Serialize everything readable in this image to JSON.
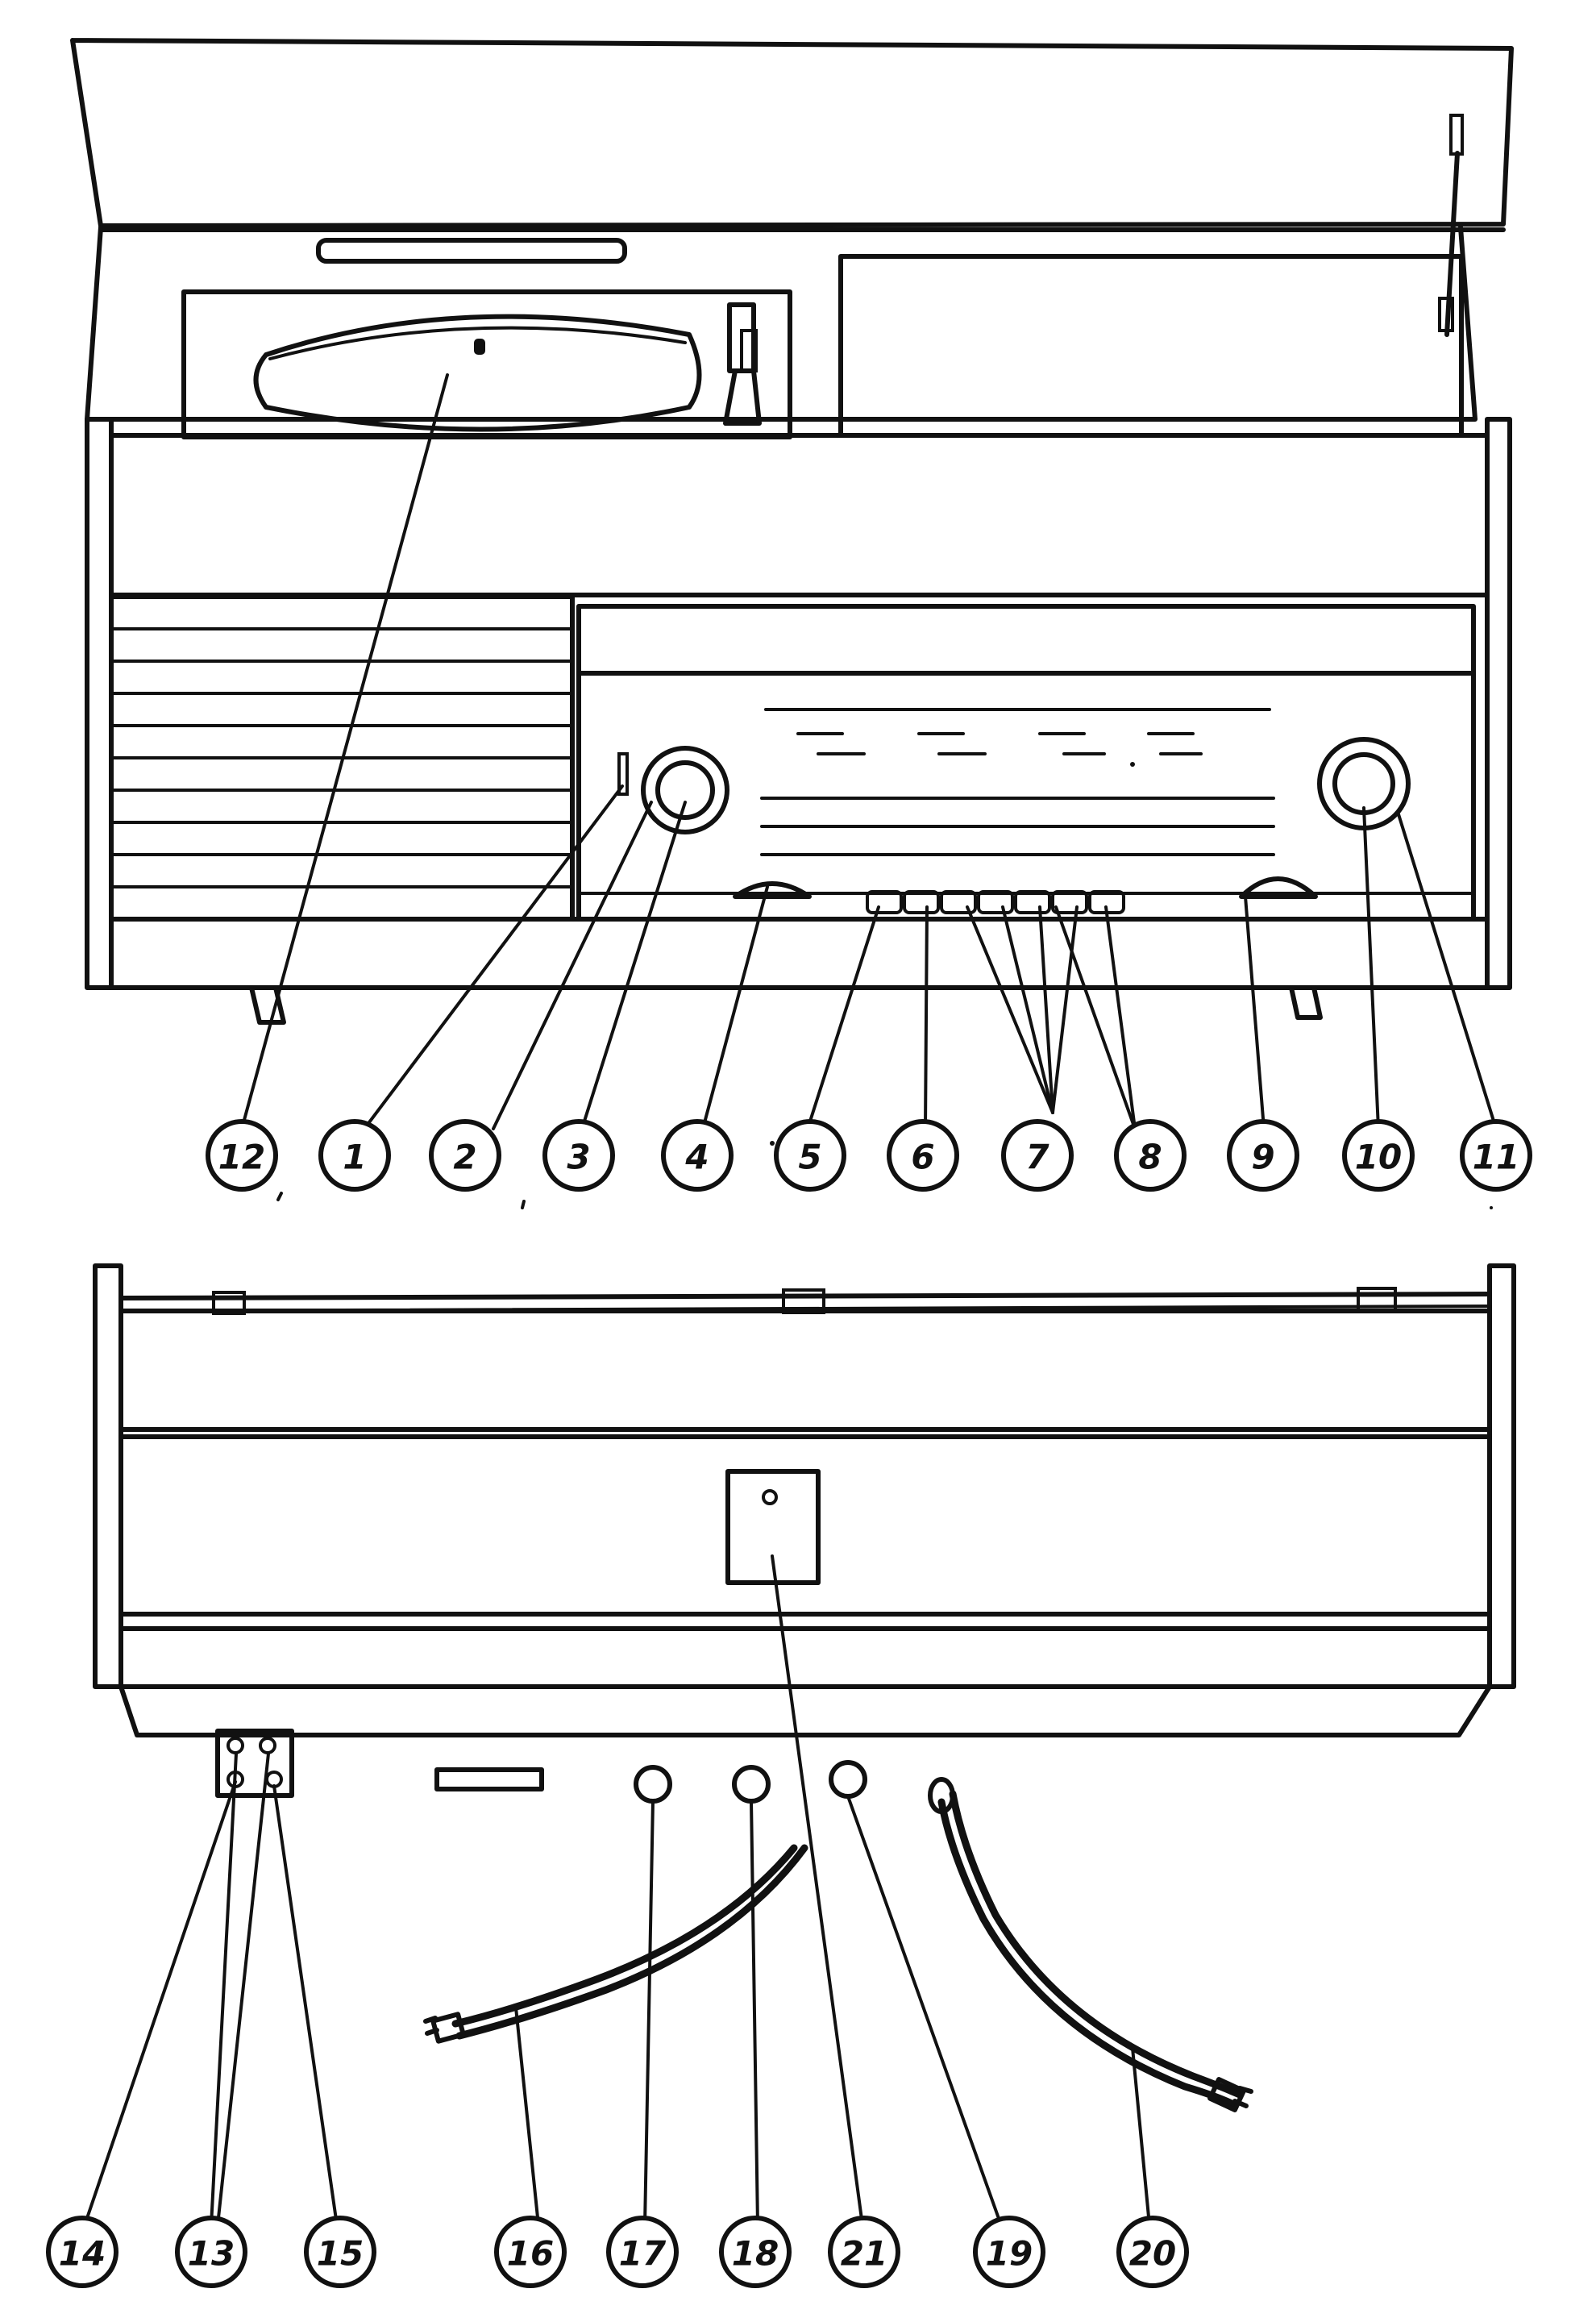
{
  "callouts_front": [
    {
      "id": "12",
      "label": "12"
    },
    {
      "id": "1",
      "label": "1"
    },
    {
      "id": "2",
      "label": "2"
    },
    {
      "id": "3",
      "label": "3"
    },
    {
      "id": "4",
      "label": "4"
    },
    {
      "id": "5",
      "label": "5"
    },
    {
      "id": "6",
      "label": "6"
    },
    {
      "id": "7",
      "label": "7"
    },
    {
      "id": "8",
      "label": "8"
    },
    {
      "id": "9",
      "label": "9"
    },
    {
      "id": "10",
      "label": "10"
    },
    {
      "id": "11",
      "label": "11"
    }
  ],
  "callouts_back": [
    {
      "id": "14",
      "label": "14"
    },
    {
      "id": "13",
      "label": "13"
    },
    {
      "id": "15",
      "label": "15"
    },
    {
      "id": "16",
      "label": "16"
    },
    {
      "id": "17",
      "label": "17"
    },
    {
      "id": "18",
      "label": "18"
    },
    {
      "id": "21",
      "label": "21"
    },
    {
      "id": "19",
      "label": "19"
    },
    {
      "id": "20",
      "label": "20"
    }
  ],
  "colors": {
    "ink": "#111111",
    "paper": "#ffffff"
  }
}
